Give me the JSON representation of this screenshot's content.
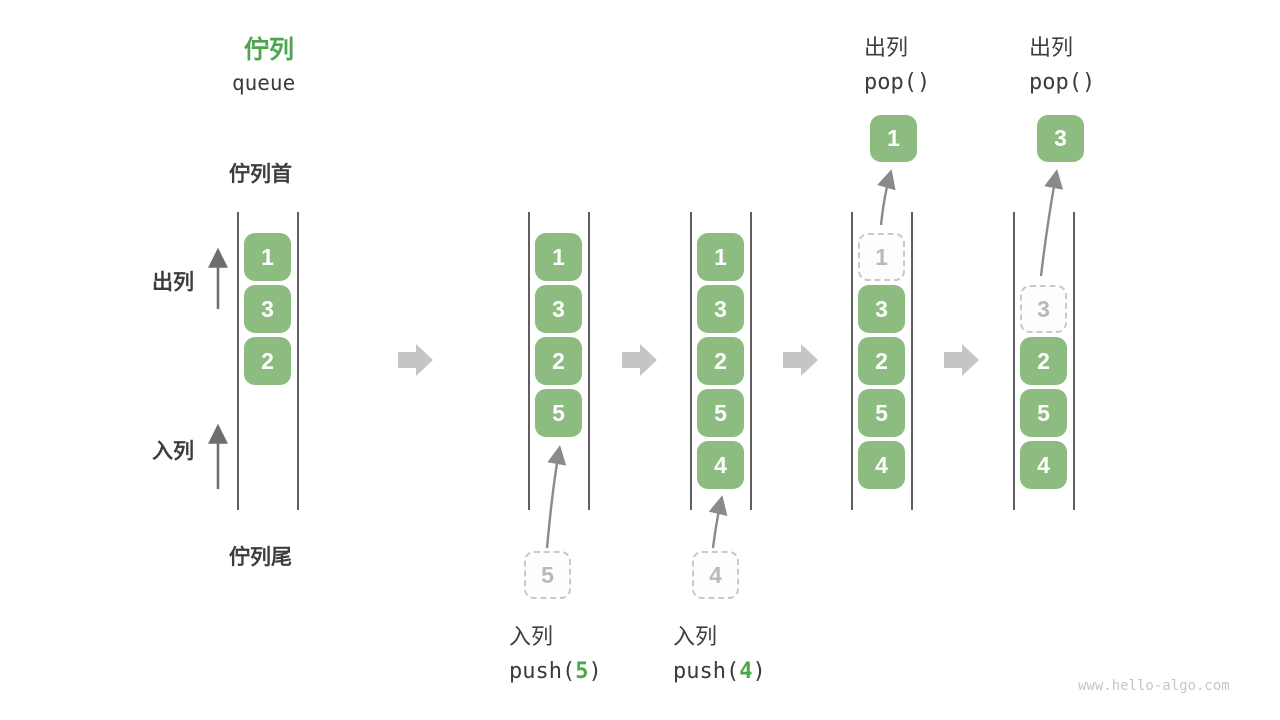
{
  "title": {
    "zh": "佇列",
    "en": "queue"
  },
  "labels": {
    "head": "佇列首",
    "tail": "佇列尾",
    "dequeue": "出列",
    "enqueue": "入列"
  },
  "ops": {
    "push5": {
      "label": "入列",
      "fn": "push(",
      "arg": "5",
      "close": ")"
    },
    "push4": {
      "label": "入列",
      "fn": "push(",
      "arg": "4",
      "close": ")"
    },
    "pop1": {
      "label": "出列",
      "fn": "pop()"
    },
    "pop2": {
      "label": "出列",
      "fn": "pop()"
    }
  },
  "columns": [
    {
      "cells": [
        {
          "v": "1"
        },
        {
          "v": "3"
        },
        {
          "v": "2"
        }
      ]
    },
    {
      "cells": [
        {
          "v": "1"
        },
        {
          "v": "3"
        },
        {
          "v": "2"
        },
        {
          "v": "5"
        }
      ],
      "incoming": "5"
    },
    {
      "cells": [
        {
          "v": "1"
        },
        {
          "v": "3"
        },
        {
          "v": "2"
        },
        {
          "v": "5"
        },
        {
          "v": "4"
        }
      ],
      "incoming": "4"
    },
    {
      "cells": [
        {
          "v": "1",
          "ghost": true
        },
        {
          "v": "3"
        },
        {
          "v": "2"
        },
        {
          "v": "5"
        },
        {
          "v": "4"
        }
      ],
      "popped": "1"
    },
    {
      "cells": [
        {
          "v": "3",
          "ghost": true
        },
        {
          "v": "2"
        },
        {
          "v": "5"
        },
        {
          "v": "4"
        }
      ],
      "popped": "3"
    }
  ],
  "colors": {
    "element_green": "#8CBC7F",
    "accent_green": "#4CA64C",
    "text_dark": "#3d3d3d",
    "ghost_gray": "#c9c9c9",
    "arrow_gray": "#c5c5c5"
  },
  "watermark": "www.hello-algo.com"
}
